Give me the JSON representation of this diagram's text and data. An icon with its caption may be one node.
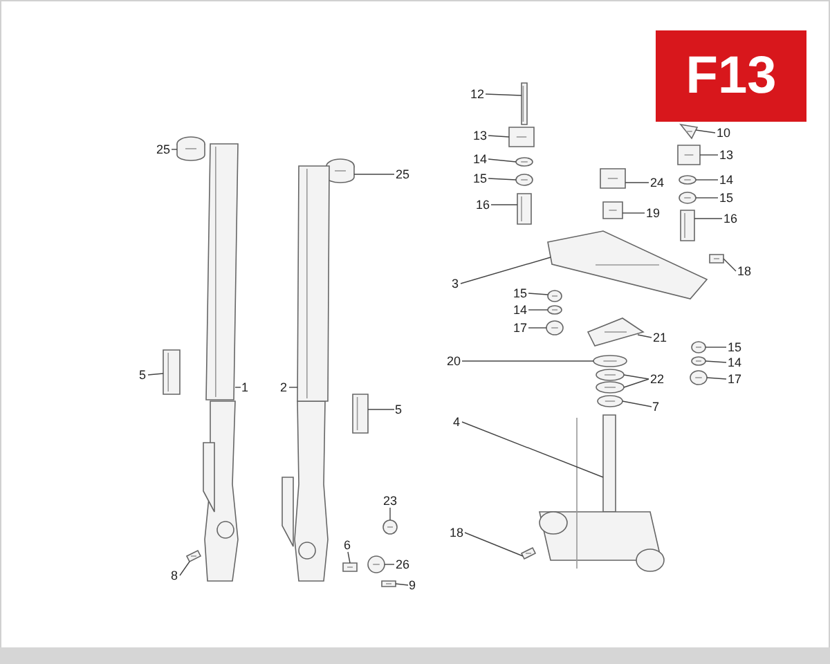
{
  "diagram": {
    "nodes": [
      {
        "text": [
          "25"
        ]
      },
      {
        "text": [
          "25"
        ]
      },
      {
        "text": [
          "5"
        ]
      },
      {
        "text": [
          "1"
        ]
      },
      {
        "text": [
          "2"
        ]
      },
      {
        "text": [
          "5"
        ]
      },
      {
        "text": [
          "23"
        ]
      },
      {
        "text": [
          "6"
        ]
      },
      {
        "text": [
          "26"
        ]
      },
      {
        "text": [
          "8"
        ]
      },
      {
        "text": [
          "9"
        ]
      },
      {
        "text": [
          "12"
        ]
      },
      {
        "text": [
          "13"
        ]
      },
      {
        "text": [
          "14"
        ]
      },
      {
        "text": [
          "15"
        ]
      },
      {
        "text": [
          "16"
        ]
      },
      {
        "text": [
          "10"
        ]
      },
      {
        "text": [
          "13"
        ]
      },
      {
        "text": [
          "14"
        ]
      },
      {
        "text": [
          "15"
        ]
      },
      {
        "text": [
          "16"
        ]
      },
      {
        "text": [
          "24"
        ]
      },
      {
        "text": [
          "19"
        ]
      },
      {
        "text": [
          "3"
        ]
      },
      {
        "text": [
          "18"
        ]
      },
      {
        "text": [
          "15"
        ]
      },
      {
        "text": [
          "14"
        ]
      },
      {
        "text": [
          "17"
        ]
      },
      {
        "text": [
          "21"
        ]
      },
      {
        "text": [
          "20"
        ]
      },
      {
        "text": [
          "15"
        ]
      },
      {
        "text": [
          "14"
        ]
      },
      {
        "text": [
          "17"
        ]
      },
      {
        "text": [
          "22"
        ]
      },
      {
        "text": [
          "7"
        ]
      },
      {
        "text": [
          "4"
        ]
      },
      {
        "text": [
          "18"
        ]
      },
      {
        "text": [
          "F13"
        ]
      },
      {
        "text": [],
        "shape": "picture"
      },
      {
        "text": [],
        "shape": "picture"
      },
      {
        "text": [],
        "shape": "picture"
      },
      {
        "text": [],
        "shape": "picture"
      },
      {
        "text": [],
        "shape": "picture"
      },
      {
        "text": [],
        "shape": "picture"
      },
      {
        "text": [],
        "shape": "picture"
      },
      {
        "text": [],
        "shape": "picture"
      },
      {
        "text": [],
        "shape": "picture"
      },
      {
        "text": [],
        "shape": "picture"
      },
      {
        "text": [],
        "shape": "picture"
      },
      {
        "text": [],
        "shape": "picture"
      },
      {
        "text": [],
        "shape": "picture"
      },
      {
        "text": [],
        "shape": "picture"
      },
      {
        "text": [],
        "shape": "picture"
      },
      {
        "text": [],
        "shape": "picture"
      },
      {
        "text": [],
        "shape": "picture"
      },
      {
        "text": [],
        "shape": "picture"
      },
      {
        "text": [],
        "shape": "picture"
      },
      {
        "text": [],
        "shape": "picture"
      },
      {
        "text": [],
        "shape": "picture"
      },
      {
        "text": [],
        "shape": "picture"
      },
      {
        "text": [],
        "shape": "picture"
      },
      {
        "text": [],
        "shape": "picture"
      },
      {
        "text": [],
        "shape": "picture"
      },
      {
        "text": [],
        "shape": "picture"
      },
      {
        "text": [],
        "shape": "picture"
      },
      {
        "text": [],
        "shape": "picture"
      },
      {
        "text": [],
        "shape": "picture"
      },
      {
        "text": [],
        "shape": "picture"
      },
      {
        "text": [],
        "shape": "picture"
      },
      {
        "text": [],
        "shape": "picture"
      },
      {
        "text": [],
        "shape": "picture"
      },
      {
        "text": [],
        "shape": "picture"
      },
      {
        "text": [],
        "shape": "picture"
      },
      {
        "text": [],
        "shape": "picture"
      },
      {
        "text": [],
        "shape": "picture"
      },
      {
        "text": [],
        "shape": "picture"
      }
    ],
    "edges": [
      {
        "from": 0,
        "to": 38,
        "arrow": "none"
      },
      {
        "from": 1,
        "to": 39,
        "arrow": "none"
      },
      {
        "from": 2,
        "to": 40,
        "arrow": "none"
      },
      {
        "from": 3,
        "to": 41,
        "arrow": "none"
      },
      {
        "from": 4,
        "to": 42,
        "arrow": "none"
      },
      {
        "from": 5,
        "to": 43,
        "arrow": "none"
      },
      {
        "from": 6,
        "to": 44,
        "arrow": "none"
      },
      {
        "from": 7,
        "to": 45,
        "arrow": "none"
      },
      {
        "from": 8,
        "to": 46,
        "arrow": "none"
      },
      {
        "from": 9,
        "to": 47,
        "arrow": "none"
      },
      {
        "from": 10,
        "to": 48,
        "arrow": "none"
      },
      {
        "from": 11,
        "to": 49,
        "arrow": "none"
      },
      {
        "from": 12,
        "to": 50,
        "arrow": "none"
      },
      {
        "from": 13,
        "to": 51,
        "arrow": "none"
      },
      {
        "from": 14,
        "to": 52,
        "arrow": "none"
      },
      {
        "from": 15,
        "to": 53,
        "arrow": "none"
      },
      {
        "from": 16,
        "to": 54,
        "arrow": "none"
      },
      {
        "from": 17,
        "to": 55,
        "arrow": "none"
      },
      {
        "from": 18,
        "to": 56,
        "arrow": "none"
      },
      {
        "from": 19,
        "to": 57,
        "arrow": "none"
      },
      {
        "from": 20,
        "to": 58,
        "arrow": "none"
      },
      {
        "from": 21,
        "to": 59,
        "arrow": "none"
      },
      {
        "from": 22,
        "to": 60,
        "arrow": "none"
      },
      {
        "from": 23,
        "to": 61,
        "arrow": "none"
      },
      {
        "from": 24,
        "to": 62,
        "arrow": "none"
      },
      {
        "from": 25,
        "to": 63,
        "arrow": "none"
      },
      {
        "from": 26,
        "to": 64,
        "arrow": "none"
      },
      {
        "from": 27,
        "to": 65,
        "arrow": "none"
      },
      {
        "from": 28,
        "to": 66,
        "arrow": "none"
      },
      {
        "from": 29,
        "to": 67,
        "arrow": "none"
      },
      {
        "from": 30,
        "to": 68,
        "arrow": "none"
      },
      {
        "from": 31,
        "to": 69,
        "arrow": "none"
      },
      {
        "from": 32,
        "to": 70,
        "arrow": "none"
      },
      {
        "from": 33,
        "to": 71,
        "arrow": "none"
      },
      {
        "from": 33,
        "to": 72,
        "arrow": "none"
      },
      {
        "from": 34,
        "to": 73,
        "arrow": "none"
      },
      {
        "from": 35,
        "to": 74,
        "arrow": "none"
      },
      {
        "from": 36,
        "to": 75,
        "arrow": "none"
      }
    ]
  }
}
